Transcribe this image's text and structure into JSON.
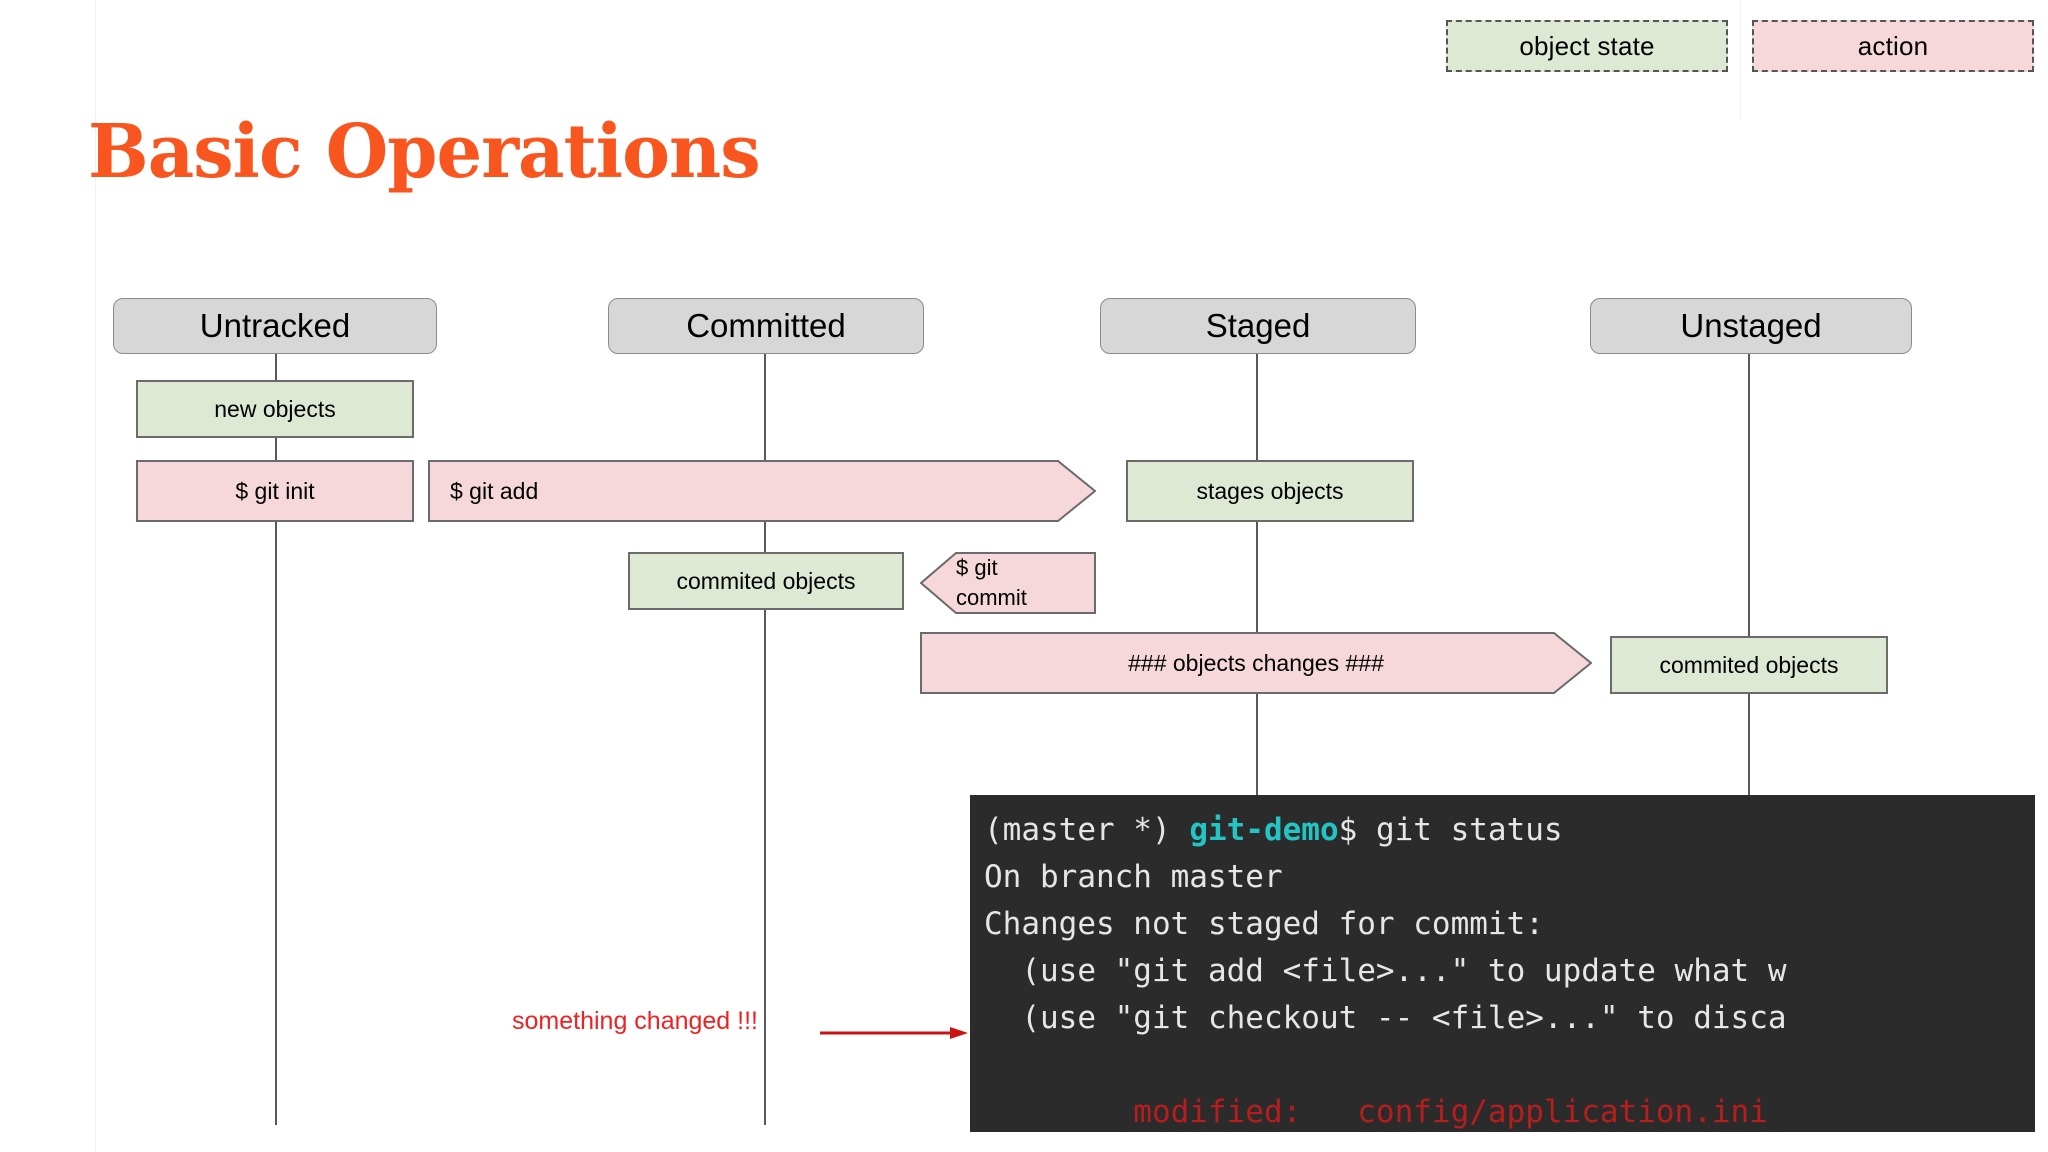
{
  "title": "Basic Operations",
  "legend": [
    {
      "label": "object state",
      "kind": "state",
      "color": "#dde9d2"
    },
    {
      "label": "action",
      "kind": "action",
      "color": "#f6d7da"
    }
  ],
  "colors": {
    "title": "#f9551f",
    "state_fill": "#dde9d2",
    "action_fill": "#f6d7da",
    "header_fill": "#d7d7d7",
    "lifeline": "#595959",
    "terminal_bg": "#2b2b2b",
    "terminal_text": "#e6e6e6",
    "terminal_cyan": "#25c4c4",
    "terminal_red": "#b81d1d",
    "annotation": "#ee2222"
  },
  "lanes": [
    {
      "id": "untracked",
      "label": "Untracked"
    },
    {
      "id": "committed",
      "label": "Committed"
    },
    {
      "id": "staged",
      "label": "Staged"
    },
    {
      "id": "unstaged",
      "label": "Unstaged"
    }
  ],
  "nodes": {
    "new_objects": {
      "label": "new objects",
      "kind": "state"
    },
    "git_init": {
      "label": "$ git init",
      "kind": "action"
    },
    "git_add": {
      "label": "$ git add",
      "kind": "action"
    },
    "stages_objects": {
      "label": "stages objects",
      "kind": "state"
    },
    "commited_objects_1": {
      "label": "commited objects",
      "kind": "state"
    },
    "git_commit": {
      "label": "$ git\ncommit",
      "kind": "action"
    },
    "objects_changes": {
      "label": "### objects changes ###",
      "kind": "action"
    },
    "commited_objects_2": {
      "label": "commited objects",
      "kind": "state"
    }
  },
  "terminal": {
    "lines": [
      {
        "segments": [
          {
            "text": "(master *) "
          },
          {
            "text": "git-demo",
            "style": "cyan"
          },
          {
            "text": "$ git status"
          }
        ]
      },
      {
        "segments": [
          {
            "text": "On branch master"
          }
        ]
      },
      {
        "segments": [
          {
            "text": "Changes not staged for commit:"
          }
        ]
      },
      {
        "segments": [
          {
            "text": "  (use \"git add <file>...\" to update what w"
          }
        ]
      },
      {
        "segments": [
          {
            "text": "  (use \"git checkout -- <file>...\" to disca"
          }
        ]
      },
      {
        "segments": [
          {
            "text": ""
          }
        ]
      },
      {
        "segments": [
          {
            "text": "        modified:   config/application.ini",
            "style": "red"
          }
        ]
      }
    ]
  },
  "annotation": {
    "text": "something changed !!!",
    "arrow": "arrow-right-icon"
  }
}
